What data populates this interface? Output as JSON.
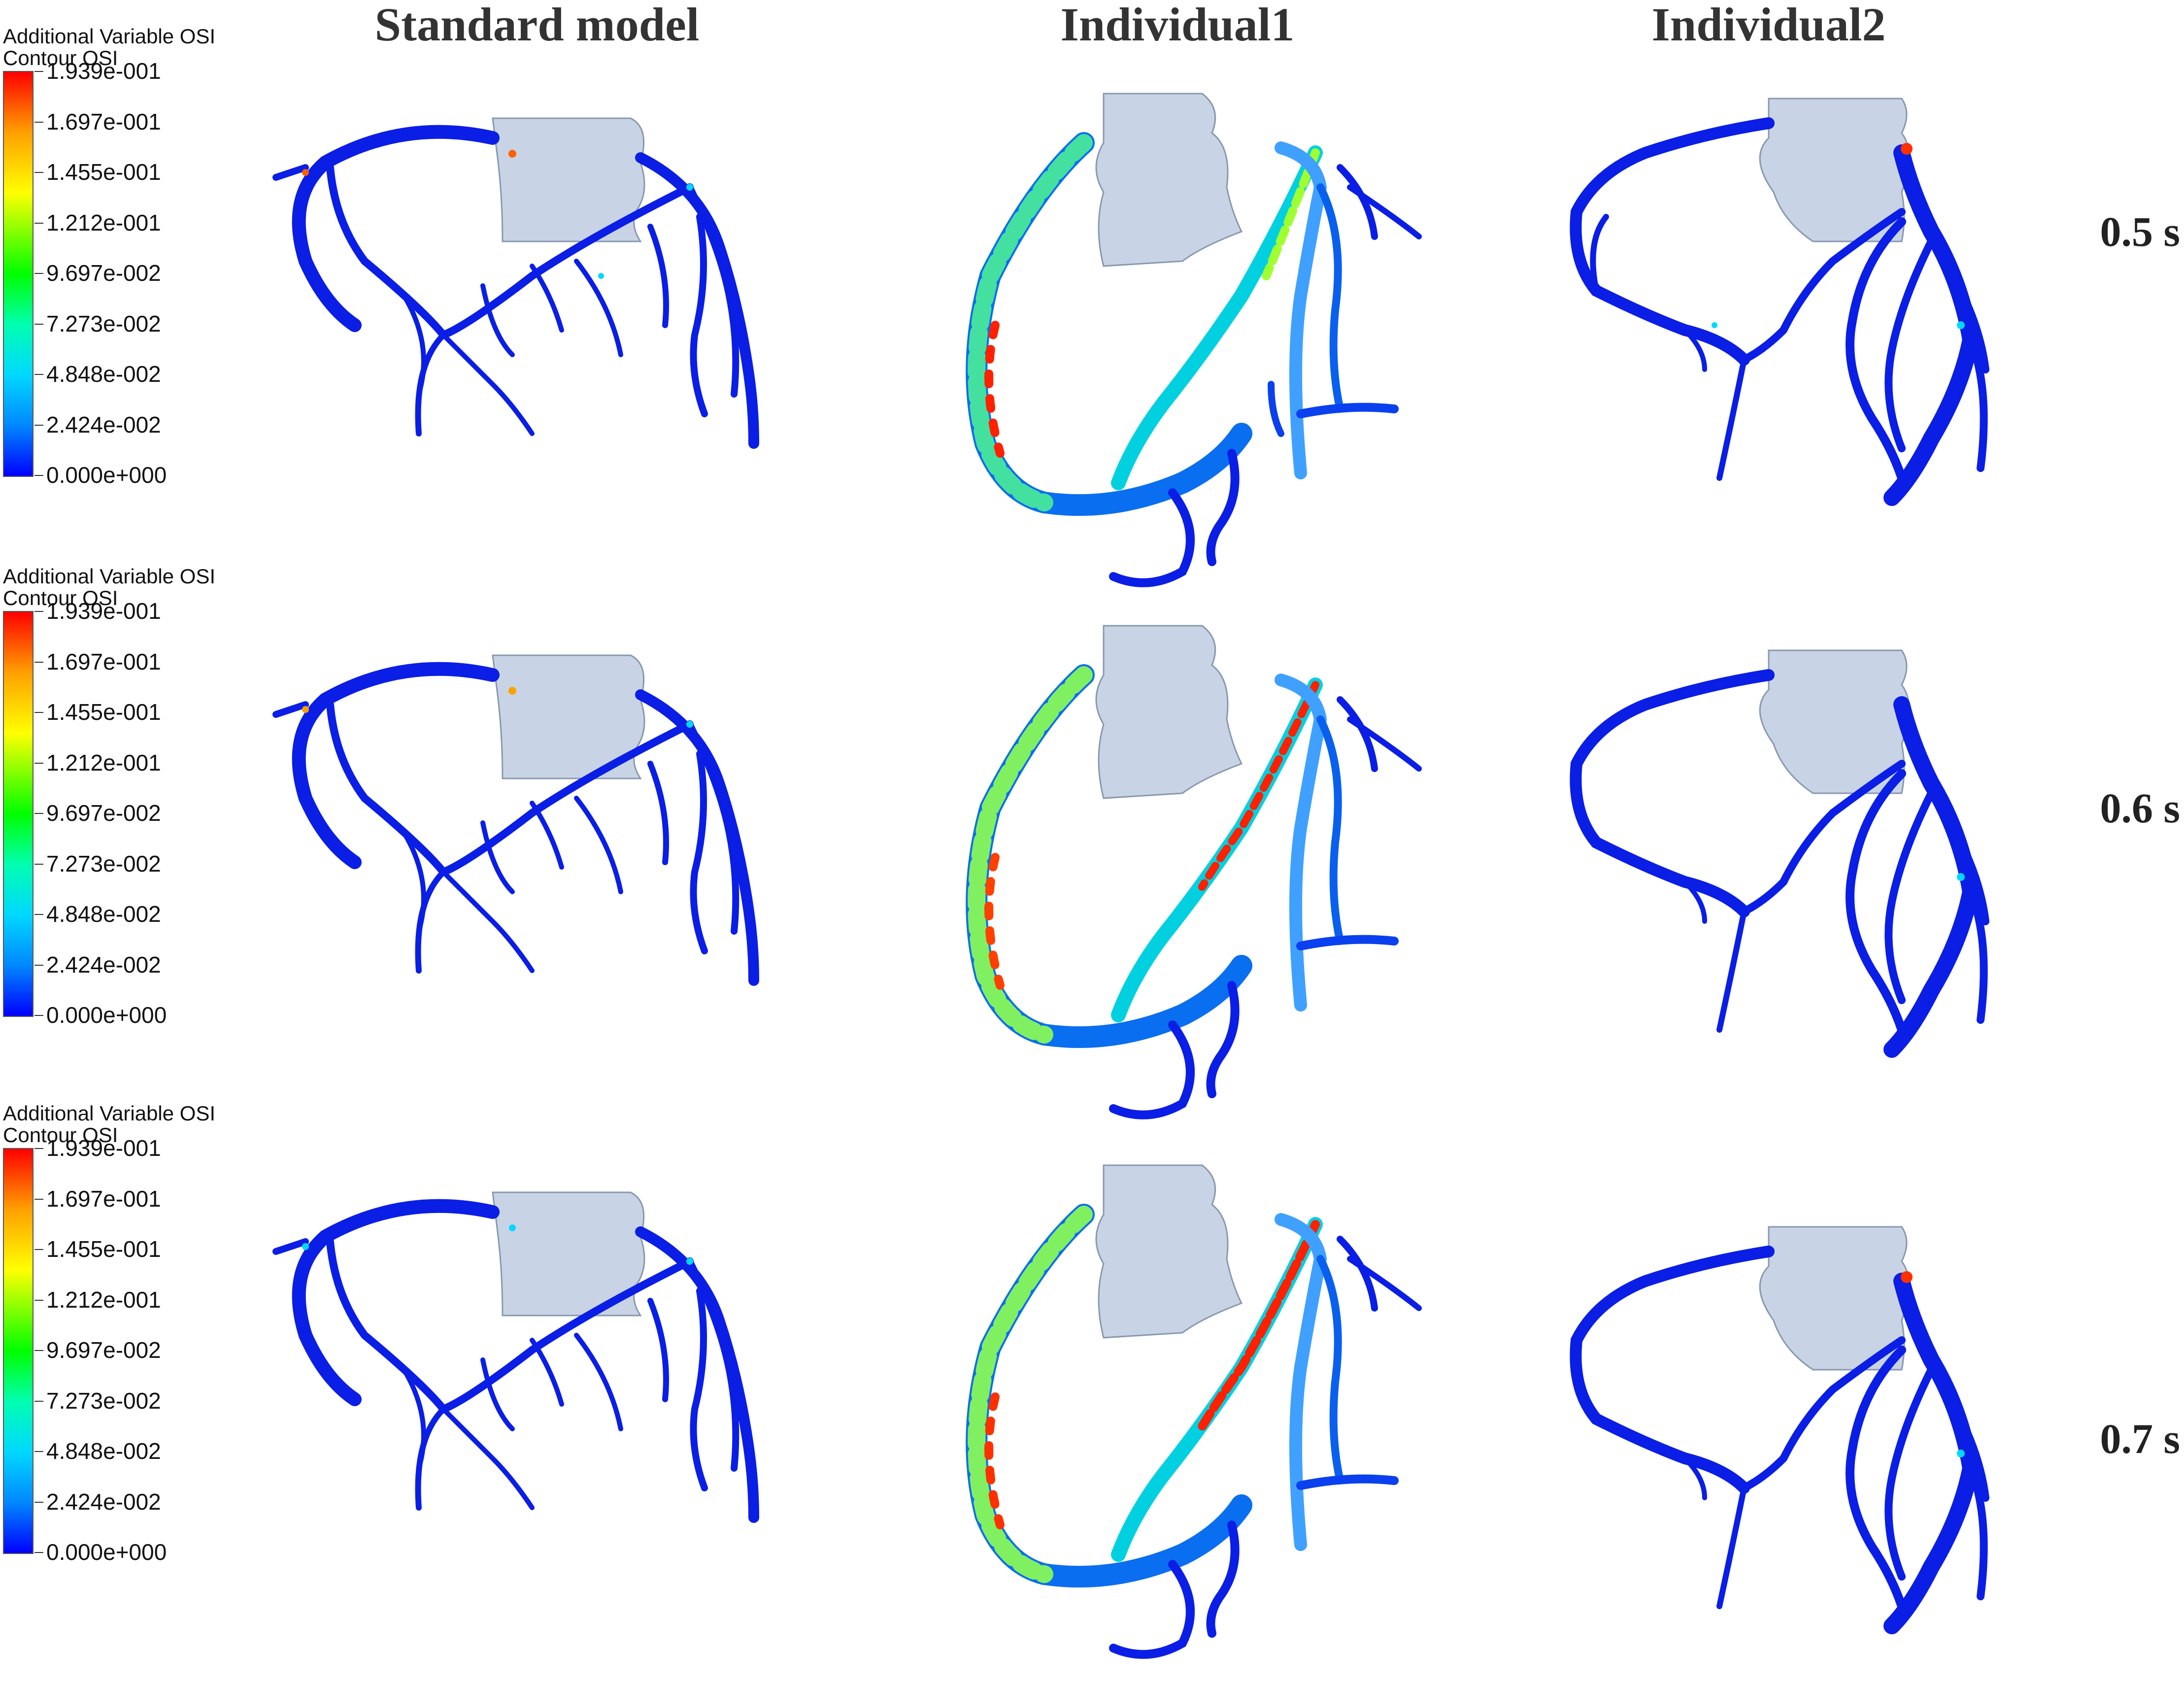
{
  "columns": [
    "Standard model",
    "Individual1",
    "Individual2"
  ],
  "legend": {
    "title1": "Additional Variable OSI",
    "title2": "Contour OSI",
    "ticks": [
      "1.939e-001",
      "1.697e-001",
      "1.455e-001",
      "1.212e-001",
      "9.697e-002",
      "7.273e-002",
      "4.848e-002",
      "2.424e-002",
      "0.000e+000"
    ]
  },
  "rows": [
    {
      "time": "0.5 s"
    },
    {
      "time": "0.6 s"
    },
    {
      "time": "0.7 s"
    }
  ],
  "colors": {
    "low_osi": "#0a1ee6",
    "high_osi": "#ff0000",
    "aorta": "#c8d4e6"
  }
}
